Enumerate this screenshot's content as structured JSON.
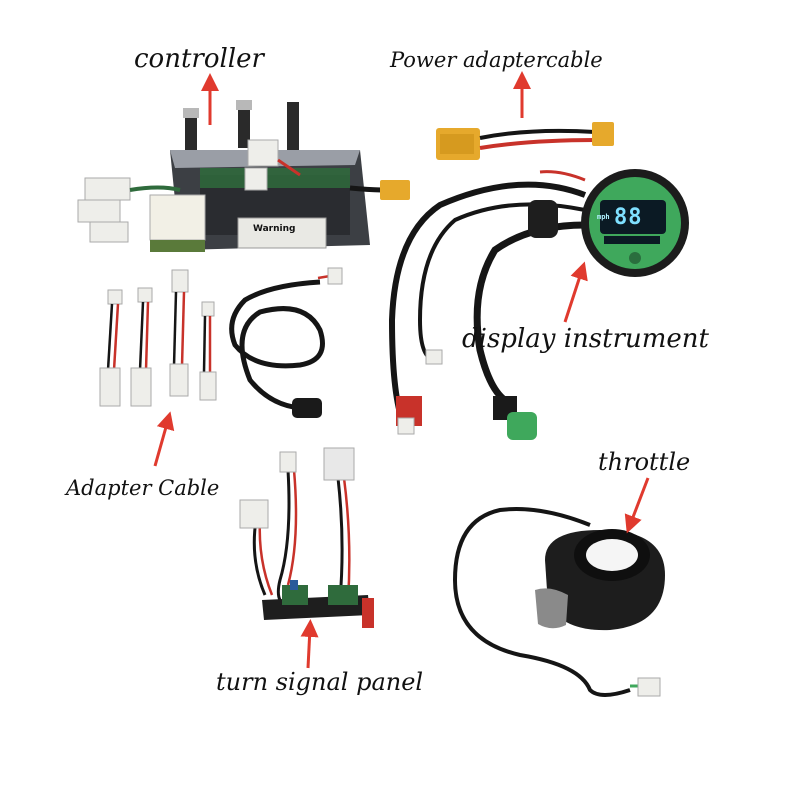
{
  "labels": {
    "controller": "controller",
    "power_adapter": "Power adaptercable",
    "display": "display instrument",
    "adapter_cable": "Adapter Cable",
    "throttle": "throttle",
    "turn_signal": "turn signal panel"
  },
  "controller_warning": "Warning",
  "display_readout": {
    "speed": "88",
    "mode": "mph"
  },
  "colors": {
    "arrow": "#e03a2e",
    "cable": "#151515",
    "red_wire": "#c8322a",
    "pcb_green": "#2f6b3c",
    "connector_white": "#eeeeea",
    "xt_yellow": "#e6a92c",
    "display_green": "#3fa85c",
    "lcd_cyan": "#7fe0ff"
  }
}
